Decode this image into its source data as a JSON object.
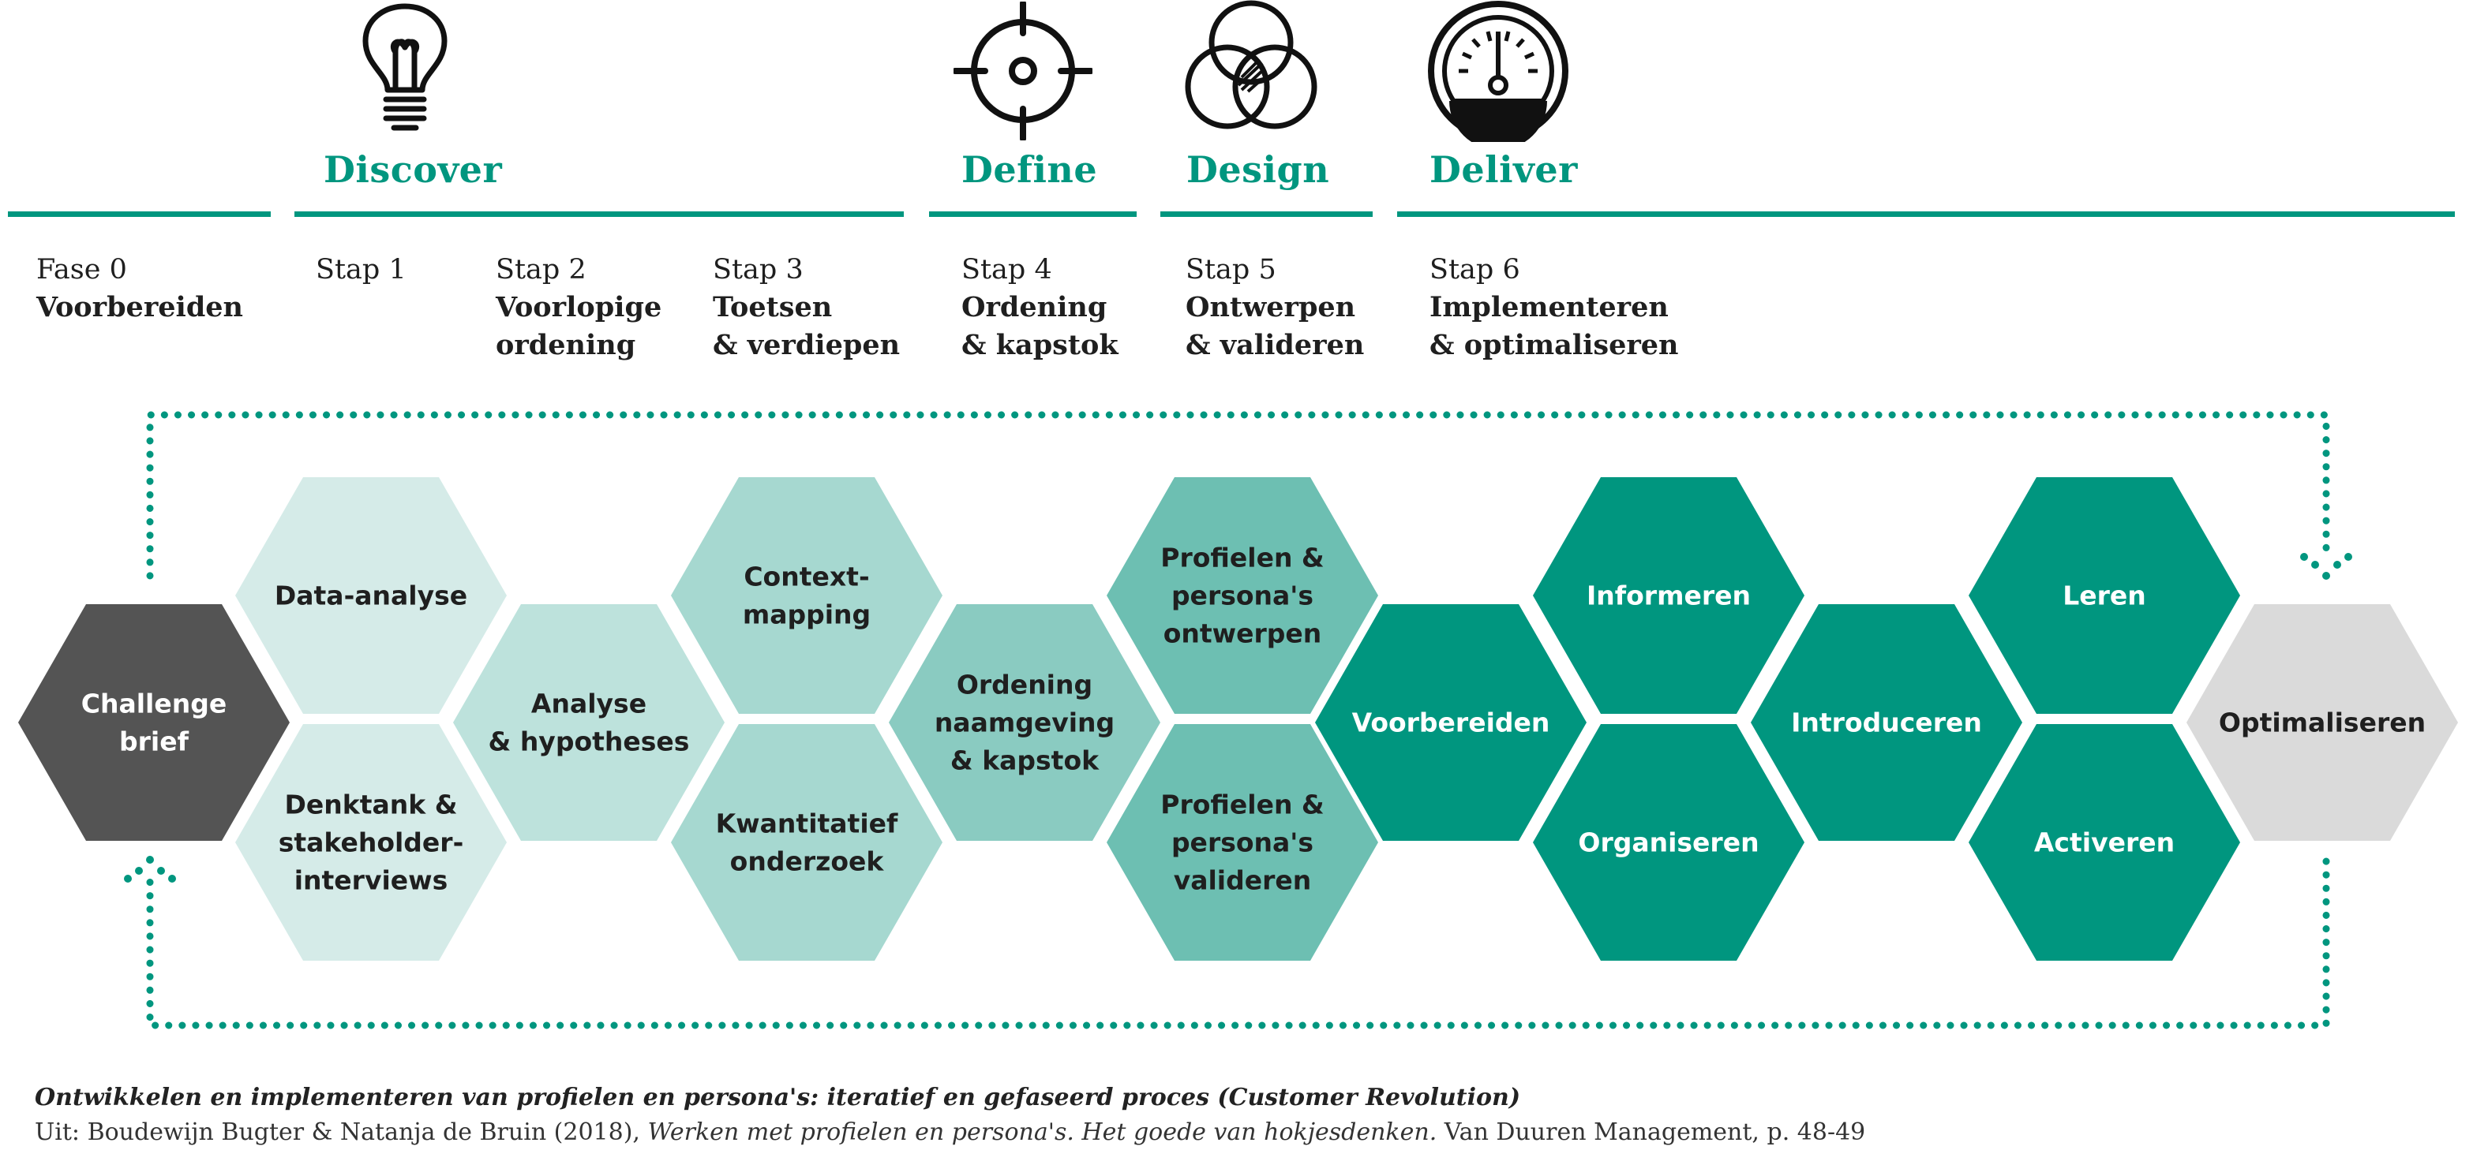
{
  "phases": [
    {
      "id": "discover",
      "title": "Discover",
      "icon": "lightbulb-icon"
    },
    {
      "id": "define",
      "title": "Define",
      "icon": "target-icon"
    },
    {
      "id": "design",
      "title": "Design",
      "icon": "venn-icon"
    },
    {
      "id": "deliver",
      "title": "Deliver",
      "icon": "gauge-icon"
    }
  ],
  "steps": [
    {
      "num": "Fase 0",
      "name": "Voorbereiden"
    },
    {
      "num": "Stap 1",
      "name": ""
    },
    {
      "num": "Stap 2",
      "name": "Voorlopige\nordening"
    },
    {
      "num": "Stap 3",
      "name": "Toetsen\n& verdiepen"
    },
    {
      "num": "Stap 4",
      "name": "Ordening\n& kapstok"
    },
    {
      "num": "Stap 5",
      "name": "Ontwerpen\n& valideren"
    },
    {
      "num": "Stap 6",
      "name": "Implementeren\n& optimaliseren"
    }
  ],
  "hexagons": [
    {
      "id": "challenge-brief",
      "lines": [
        "Challenge",
        "brief"
      ],
      "fill": "#545454",
      "text": "#ffffff"
    },
    {
      "id": "data-analyse",
      "lines": [
        "Data-analyse"
      ],
      "fill": "#d5ebe8",
      "text": "#1f1f1f"
    },
    {
      "id": "denktank",
      "lines": [
        "Denktank &",
        "stakeholder-",
        "interviews"
      ],
      "fill": "#d5ebe8",
      "text": "#1f1f1f"
    },
    {
      "id": "analyse-hypotheses",
      "lines": [
        "Analyse",
        "& hypotheses"
      ],
      "fill": "#bde2dc",
      "text": "#1f1f1f"
    },
    {
      "id": "context-mapping",
      "lines": [
        "Context-",
        "mapping"
      ],
      "fill": "#a6d8d0",
      "text": "#1f1f1f"
    },
    {
      "id": "kwantitatief",
      "lines": [
        "Kwantitatief",
        "onderzoek"
      ],
      "fill": "#a6d8d0",
      "text": "#1f1f1f"
    },
    {
      "id": "ordening",
      "lines": [
        "Ordening",
        "naamgeving",
        "& kapstok"
      ],
      "fill": "#8acbc1",
      "text": "#1f1f1f"
    },
    {
      "id": "profielen-ontwerpen",
      "lines": [
        "Profielen &",
        "persona's",
        "ontwerpen"
      ],
      "fill": "#6dbfb2",
      "text": "#1f1f1f"
    },
    {
      "id": "profielen-valideren",
      "lines": [
        "Profielen &",
        "persona's",
        "valideren"
      ],
      "fill": "#6dbfb2",
      "text": "#1f1f1f"
    },
    {
      "id": "voorbereiden",
      "lines": [
        "Voorbereiden"
      ],
      "fill": "#00967f",
      "text": "#ffffff"
    },
    {
      "id": "informeren",
      "lines": [
        "Informeren"
      ],
      "fill": "#00967f",
      "text": "#ffffff"
    },
    {
      "id": "organiseren",
      "lines": [
        "Organiseren"
      ],
      "fill": "#00967f",
      "text": "#ffffff"
    },
    {
      "id": "introduceren",
      "lines": [
        "Introduceren"
      ],
      "fill": "#00967f",
      "text": "#ffffff"
    },
    {
      "id": "leren",
      "lines": [
        "Leren"
      ],
      "fill": "#00967f",
      "text": "#ffffff"
    },
    {
      "id": "activeren",
      "lines": [
        "Activeren"
      ],
      "fill": "#00967f",
      "text": "#ffffff"
    },
    {
      "id": "optimaliseren",
      "lines": [
        "Optimaliseren"
      ],
      "fill": "#dadada",
      "text": "#1f1f1f"
    }
  ],
  "colors": {
    "accent": "#00967f",
    "loop_dots": "#00967f",
    "icon_stroke": "#111111"
  },
  "caption": {
    "title": "Ontwikkelen en implementeren van profielen en persona's: iteratief en gefaseerd proces (Customer Revolution)",
    "source_prefix": "Uit: Boudewijn Bugter & Natanja de Bruin (2018), ",
    "source_book": "Werken met profielen en persona's. Het goede van hokjesdenken.",
    "source_suffix": " Van Duuren Management, p. 48-49"
  }
}
